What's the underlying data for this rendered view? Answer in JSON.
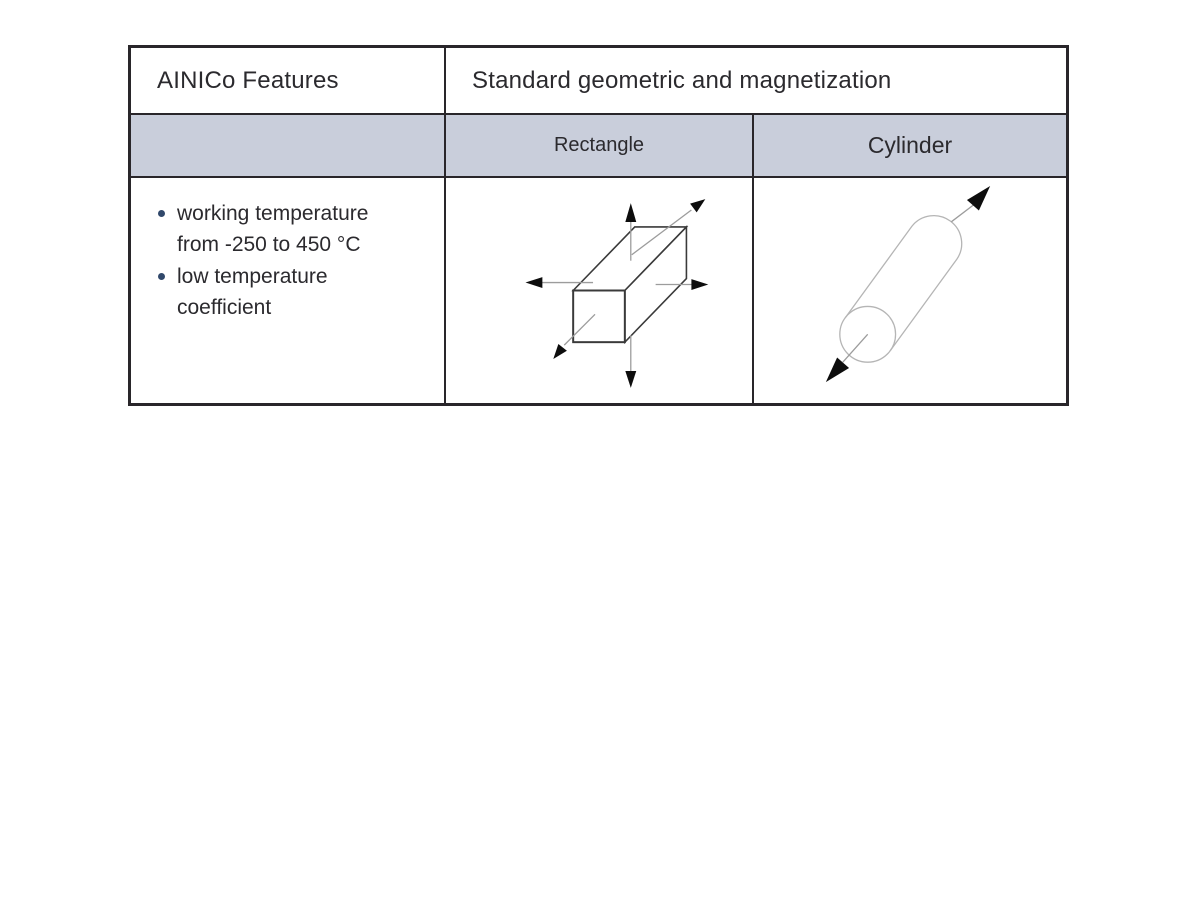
{
  "table": {
    "row1": {
      "features_title": "AINICo Features",
      "geometry_title": "Standard geometric and magnetization"
    },
    "row2": {
      "rectangle_label": "Rectangle",
      "cylinder_label": "Cylinder"
    },
    "features": [
      {
        "lines": [
          "working temperature",
          "from -250 to 450 °C"
        ]
      },
      {
        "lines": [
          "low temperature",
          "coefficient"
        ]
      }
    ],
    "diagrams": {
      "rectangle": "cuboid magnet with six outward magnetization arrows",
      "cylinder": "tilted cylinder magnet with double-headed axial magnetization arrow"
    },
    "colors": {
      "header_fill": "#c9cedb",
      "border": "#29262a",
      "text": "#2b2a2e",
      "bullet": "#31486b",
      "arrow_head": "#0d0d0d",
      "arrow_shaft": "#9c9c9c",
      "cuboid_outline": "#3a3a3a",
      "cylinder_outline": "#b5b5b5"
    }
  }
}
